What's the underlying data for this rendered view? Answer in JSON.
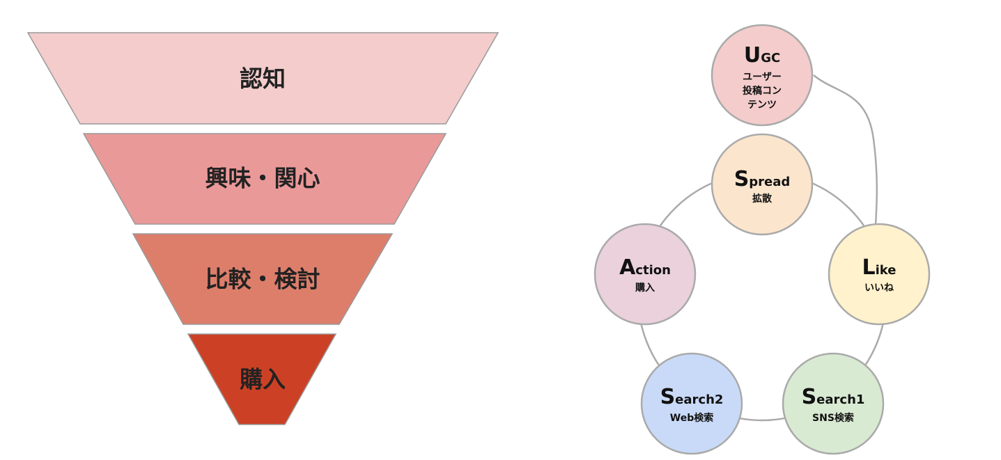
{
  "funnel": {
    "stages": [
      {
        "label": "認知",
        "color": "#f4cccc"
      },
      {
        "label": "興味・関心",
        "color": "#ea9999"
      },
      {
        "label": "比較・検討",
        "color": "#dd7e6b"
      },
      {
        "label": "購入",
        "color": "#cc4125"
      }
    ]
  },
  "cycle": {
    "ugc": {
      "initial": "U",
      "rest": "GC",
      "sub": [
        "ユーザー",
        "投稿コン",
        "テンツ"
      ],
      "color": "#f4cccc"
    },
    "spread": {
      "initial": "S",
      "rest": "pread",
      "sub": [
        "拡散"
      ],
      "color": "#fce5cd"
    },
    "like": {
      "initial": "L",
      "rest": "ike",
      "sub": [
        "いいね"
      ],
      "color": "#fff2cc"
    },
    "search1": {
      "initial": "S",
      "rest": "earch1",
      "sub": [
        "SNS検索"
      ],
      "color": "#d9ead3"
    },
    "search2": {
      "initial": "S",
      "rest": "earch2",
      "sub": [
        "Web検索"
      ],
      "color": "#c9daf8"
    },
    "action": {
      "initial": "A",
      "rest": "ction",
      "sub": [
        "購入"
      ],
      "color": "#ead1dc"
    }
  },
  "colors": {
    "stroke": "#aaaaaa"
  }
}
